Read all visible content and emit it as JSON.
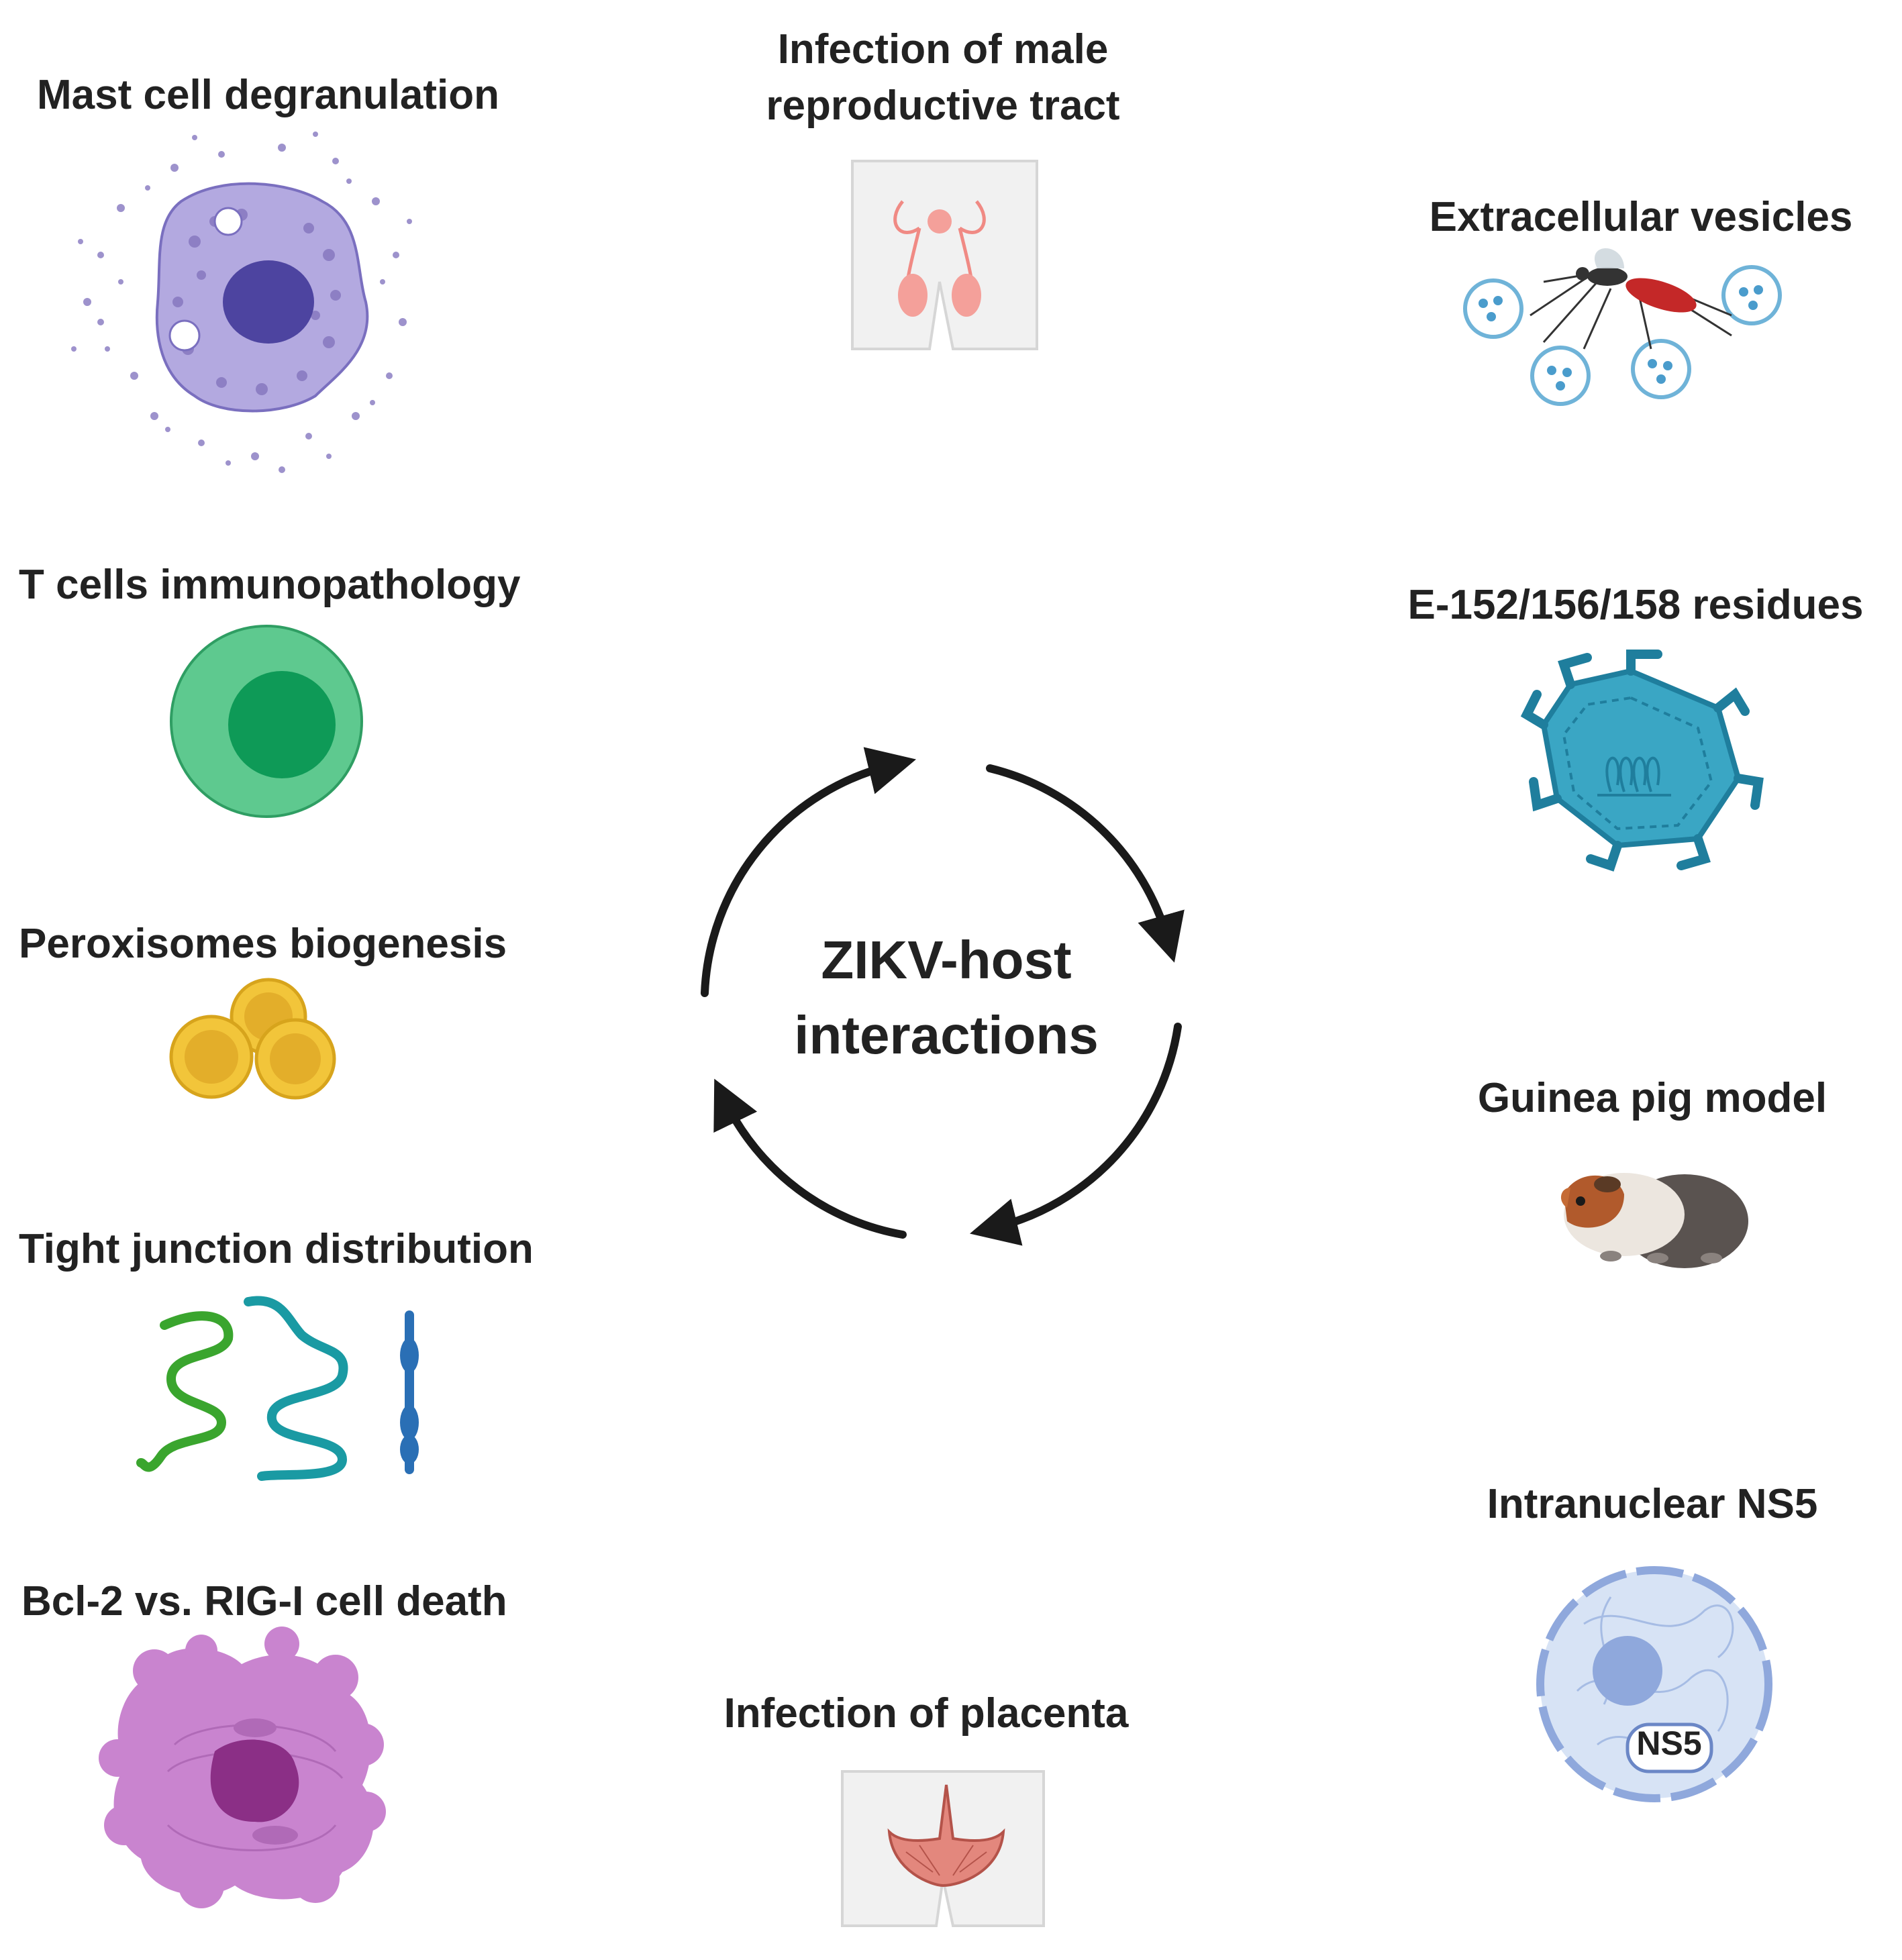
{
  "center": {
    "line1": "ZIKV-host",
    "line2": "interactions"
  },
  "items": {
    "mast_cell": "Mast cell degranulation",
    "t_cells": "T cells immunopathology",
    "peroxisomes": "Peroxisomes biogenesis",
    "tight_junction": "Tight junction distribution",
    "bcl2": "Bcl-2 vs. RIG-I cell death",
    "male_tract_line1": "Infection of male",
    "male_tract_line2": "reproductive tract",
    "placenta": "Infection of placenta",
    "vesicles": "Extracellular vesicles",
    "residues": "E-152/156/158 residues",
    "guinea_pig": "Guinea pig model",
    "ns5": "Intranuclear NS5",
    "ns5_badge": "NS5"
  },
  "colors": {
    "mast": "#8d7fc4",
    "mast_nucleus": "#4d44a0",
    "tcell": "#5ec98f",
    "tcell_nucleus": "#0e9a57",
    "peroxisome": "#f2c53a",
    "junction_green": "#3aa52e",
    "junction_teal": "#1a9aa3",
    "junction_blue": "#2a6fb5",
    "bcl2": "#c984cf",
    "bcl2_nucleus": "#8b2f86",
    "virus": "#2a90b0",
    "ns5_cell": "#b7cbea",
    "ns5_nucleus": "#8fa8dc",
    "arrow": "#1a1a1a"
  }
}
